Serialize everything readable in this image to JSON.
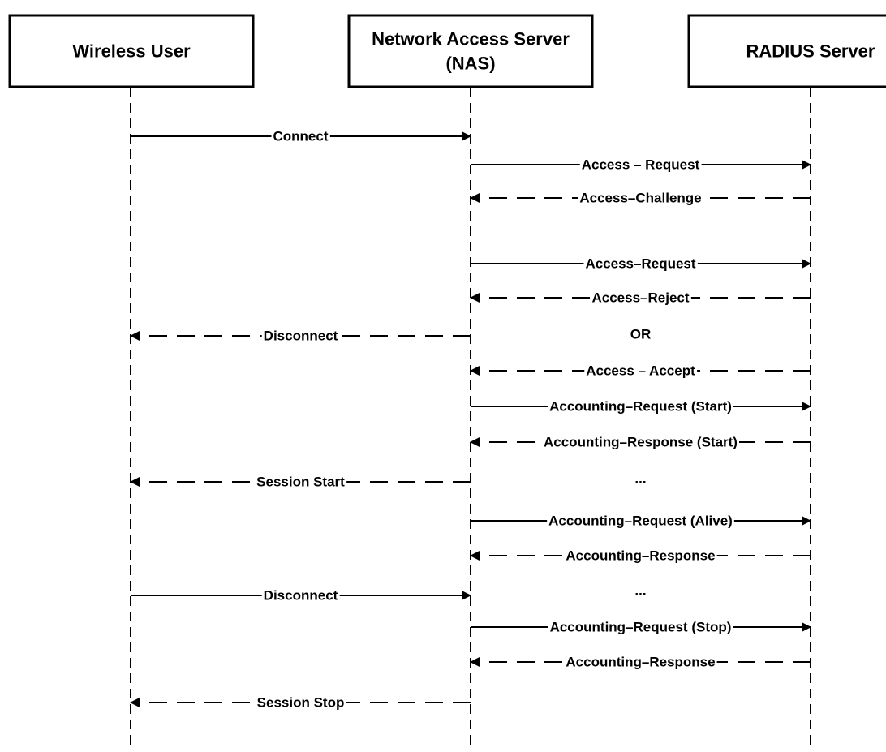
{
  "actors": [
    {
      "id": "user",
      "lines": [
        "Wireless User"
      ]
    },
    {
      "id": "nas",
      "lines": [
        "Network Access Server",
        "(NAS)"
      ]
    },
    {
      "id": "radius",
      "lines": [
        "RADIUS Server"
      ]
    }
  ],
  "messages": [
    {
      "label": "Connect",
      "from": "user",
      "to": "nas",
      "style": "solid"
    },
    {
      "label": "Access – Request",
      "from": "nas",
      "to": "radius",
      "style": "solid"
    },
    {
      "label": "Access–Challenge",
      "from": "radius",
      "to": "nas",
      "style": "dashed"
    },
    {
      "label": "Access–Request",
      "from": "nas",
      "to": "radius",
      "style": "solid"
    },
    {
      "label": "Access–Reject",
      "from": "radius",
      "to": "nas",
      "style": "dashed"
    },
    {
      "label": "Disconnect",
      "from": "nas",
      "to": "user",
      "style": "dashed"
    },
    {
      "label": "Access – Accept",
      "from": "radius",
      "to": "nas",
      "style": "dashed"
    },
    {
      "label": "Accounting–Request (Start)",
      "from": "nas",
      "to": "radius",
      "style": "solid"
    },
    {
      "label": "Accounting–Response (Start)",
      "from": "radius",
      "to": "nas",
      "style": "dashed"
    },
    {
      "label": "Session Start",
      "from": "nas",
      "to": "user",
      "style": "dashed"
    },
    {
      "label": "Accounting–Request (Alive)",
      "from": "nas",
      "to": "radius",
      "style": "solid"
    },
    {
      "label": "Accounting–Response",
      "from": "radius",
      "to": "nas",
      "style": "dashed"
    },
    {
      "label": "Disconnect",
      "from": "user",
      "to": "nas",
      "style": "solid"
    },
    {
      "label": "Accounting–Request (Stop)",
      "from": "nas",
      "to": "radius",
      "style": "solid"
    },
    {
      "label": "Accounting–Response",
      "from": "radius",
      "to": "nas",
      "style": "dashed"
    },
    {
      "label": "Session Stop",
      "from": "nas",
      "to": "user",
      "style": "dashed"
    }
  ],
  "notes": [
    {
      "text": "OR"
    },
    {
      "text": "..."
    },
    {
      "text": "..."
    }
  ]
}
